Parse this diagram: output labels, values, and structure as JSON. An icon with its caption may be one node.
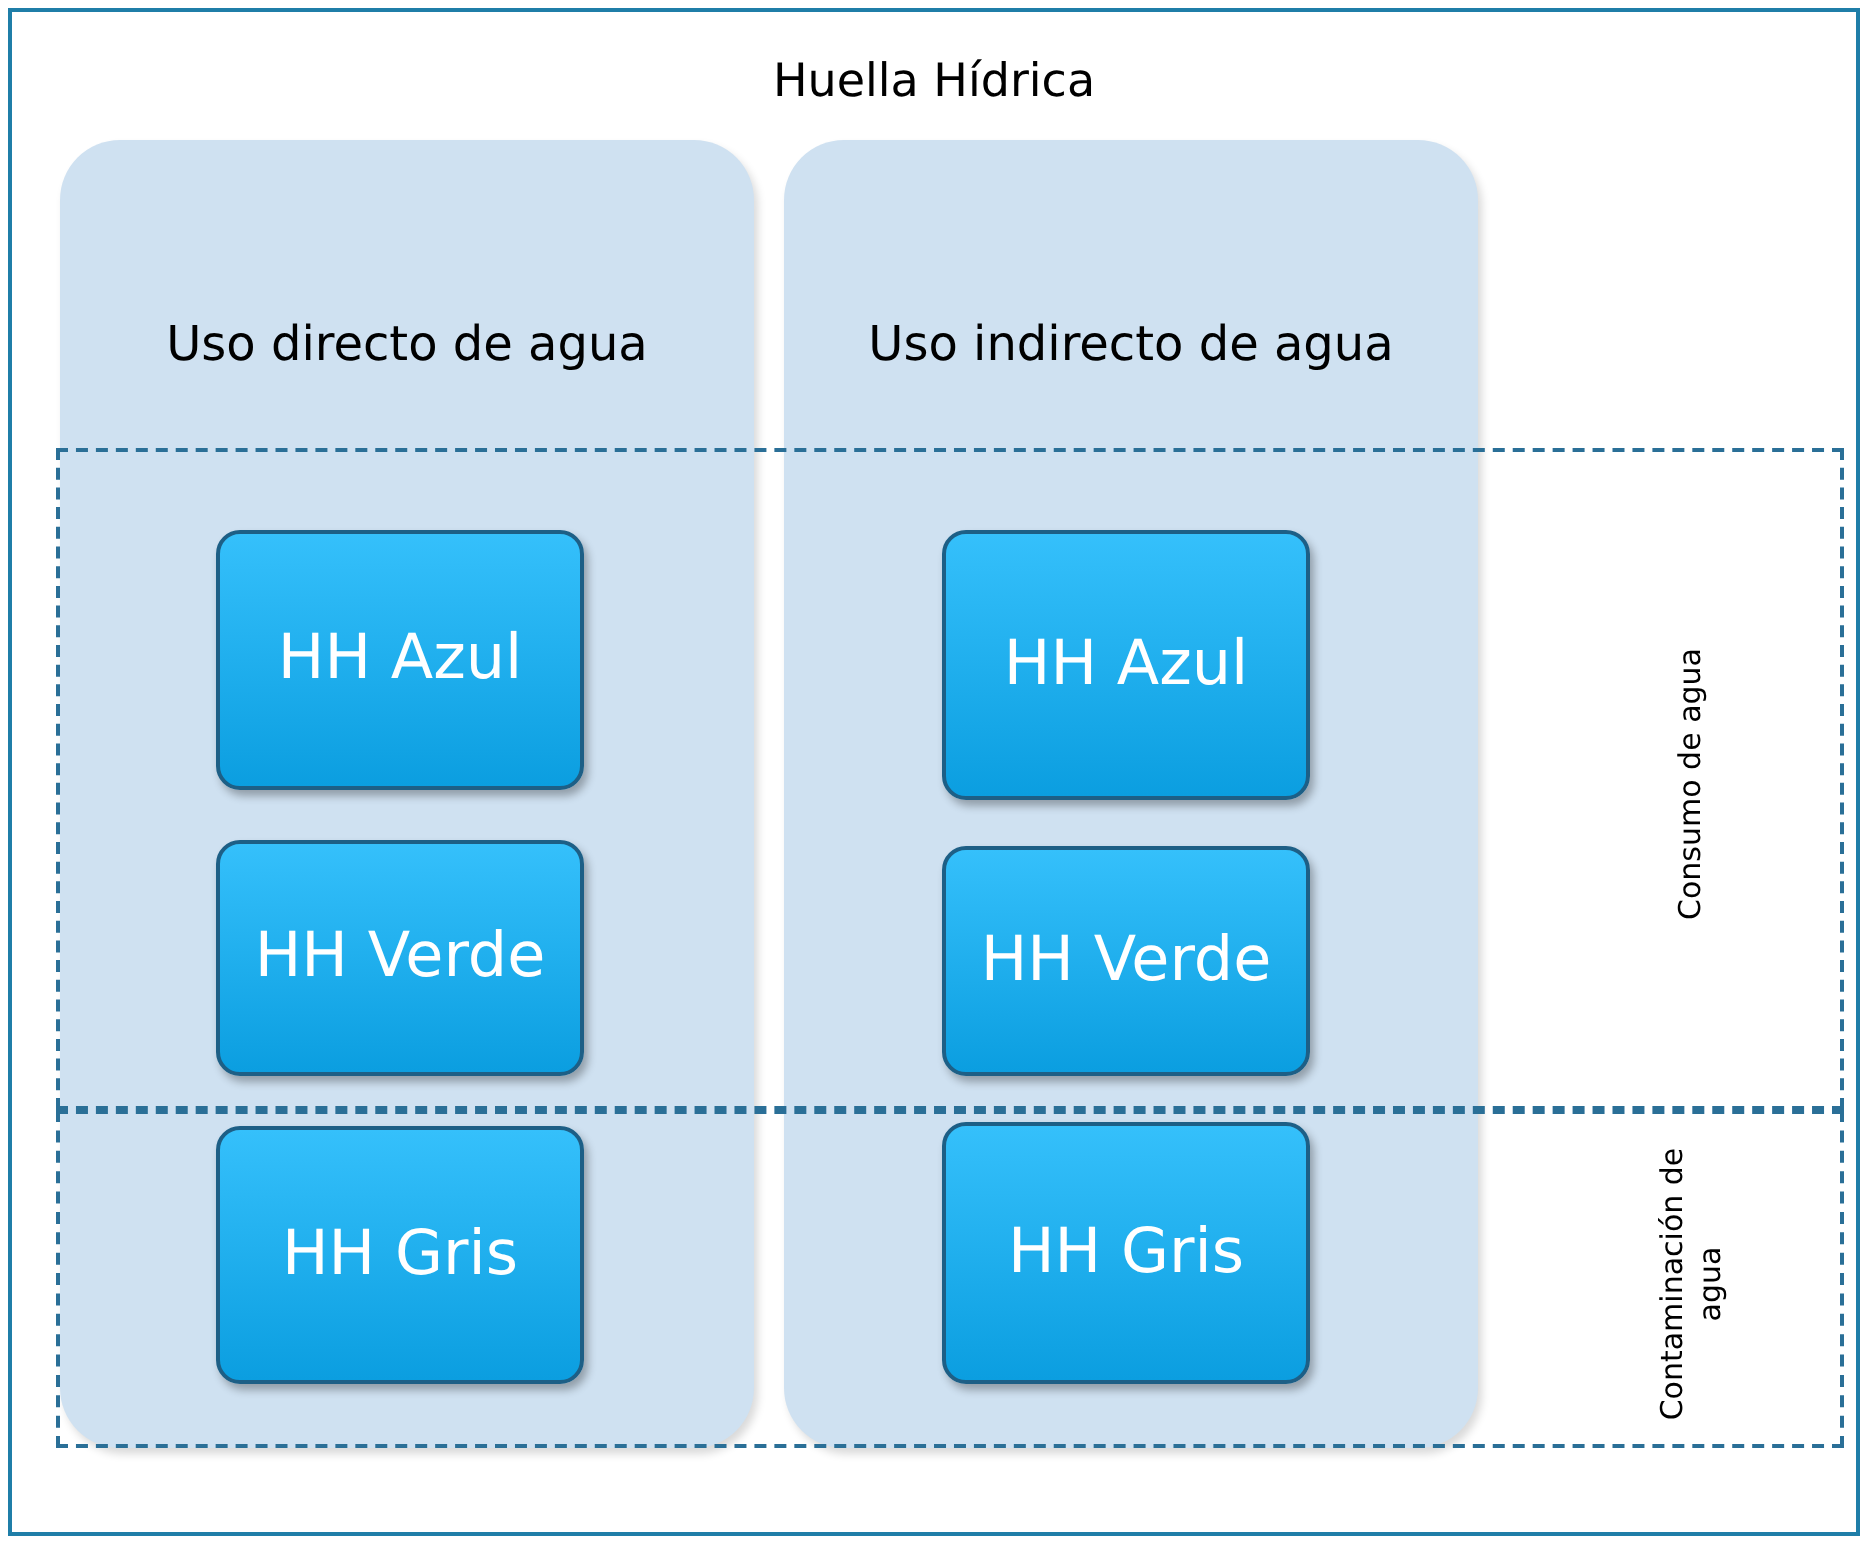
{
  "diagram": {
    "nodes": [
      {
        "text": [
          "Huella Hídrica"
        ]
      },
      {
        "text": [
          "Uso directo de agua"
        ],
        "in": 0
      },
      {
        "text": [
          "Uso indirecto de agua"
        ],
        "in": 0
      },
      {
        "text": [
          "Consumo de agua"
        ],
        "in": 0
      },
      {
        "text": [
          "Contaminación de agua"
        ],
        "in": 0
      },
      {
        "text": [
          "HH Azul"
        ]
      },
      {
        "text": [
          "HH Verde"
        ]
      },
      {
        "text": [
          "HH Gris"
        ]
      },
      {
        "text": [
          "HH Azul"
        ]
      },
      {
        "text": [
          "HH Verde"
        ]
      },
      {
        "text": [
          "HH Gris"
        ]
      }
    ],
    "edges": []
  }
}
